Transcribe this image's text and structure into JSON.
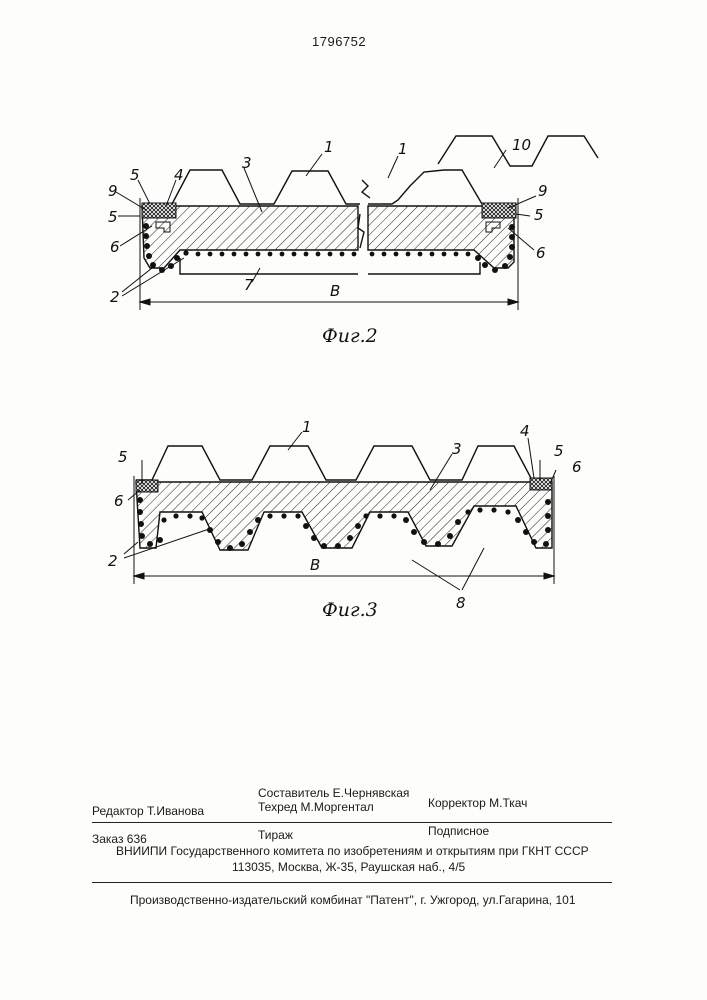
{
  "page_number": "1796752",
  "figures": [
    {
      "caption": "Фиг.2",
      "labels": {
        "l1a": "1",
        "l1b": "1",
        "l10": "10",
        "l3": "3",
        "l5a": "5",
        "l4": "4",
        "l9a": "9",
        "l5b": "5",
        "l6a": "6",
        "l2": "2",
        "l7": "7",
        "lB": "B",
        "l9b": "9",
        "l5c": "5",
        "l6b": "6"
      }
    },
    {
      "caption": "Фиг.3",
      "labels": {
        "l1": "1",
        "l3": "3",
        "l4": "4",
        "l5a": "5",
        "l5b": "5",
        "l6a": "6",
        "l6b": "6",
        "l2": "2",
        "lB": "B",
        "l8": "8"
      }
    }
  ],
  "colophon": {
    "compiler": "Составитель Е.Чернявская",
    "editor": "Редактор  Т.Иванова",
    "techred": "Техред М.Моргентал",
    "corrector": "Корректор М.Ткач",
    "order": "Заказ  636",
    "circulation": "Тираж",
    "subscription": "Подписное",
    "org": "ВНИИПИ Государственного комитета по изобретениям и открытиям при ГКНТ СССР",
    "address": "113035, Москва, Ж-35, Раушская наб., 4/5",
    "printer": "Производственно-издательский комбинат \"Патент\", г. Ужгород, ул.Гагарина, 101"
  }
}
